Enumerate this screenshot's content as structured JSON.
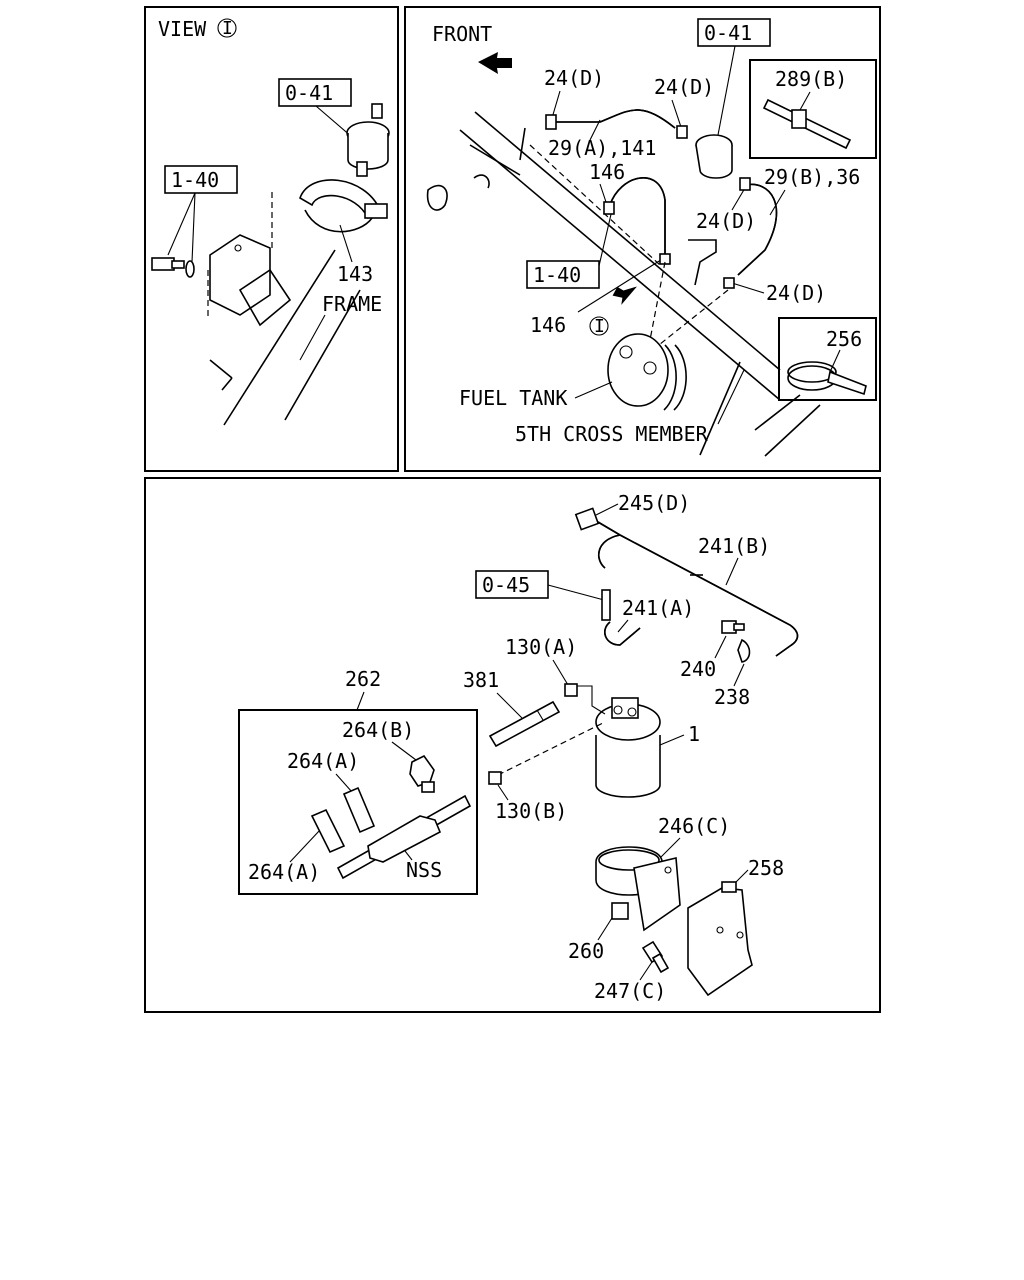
{
  "view_panel": {
    "title": "VIEW",
    "view_marker": "I",
    "ref_0_41": "0-41",
    "ref_1_40": "1-40",
    "label_143": "143",
    "label_frame": "FRAME"
  },
  "fuel_line_panel": {
    "front": "FRONT",
    "ref_0_41": "0-41",
    "ref_1_40": "1-40",
    "label_24d_a": "24(D)",
    "label_24d_b": "24(D)",
    "label_24d_c": "24(D)",
    "label_24d_d": "24(D)",
    "label_29a": "29(A),141",
    "label_29b": "29(B),36",
    "label_146_a": "146",
    "label_146_b": "146",
    "view_marker": "I",
    "label_fuel_tank": "FUEL TANK",
    "label_cross_member": "5TH CROSS MEMBER",
    "inset_289b": "289(B)",
    "inset_256": "256"
  },
  "filter_panel": {
    "ref_0_45": "0-45",
    "label_245d": "245(D)",
    "label_241b": "241(B)",
    "label_241a": "241(A)",
    "label_240": "240",
    "label_238": "238",
    "label_130a": "130(A)",
    "label_130b": "130(B)",
    "label_381": "381",
    "label_262": "262",
    "label_1": "1",
    "label_264b": "264(B)",
    "label_264a_top": "264(A)",
    "label_264a_bottom": "264(A)",
    "label_nss": "NSS",
    "label_246c": "246(C)",
    "label_258": "258",
    "label_260": "260",
    "label_247c": "247(C)"
  }
}
